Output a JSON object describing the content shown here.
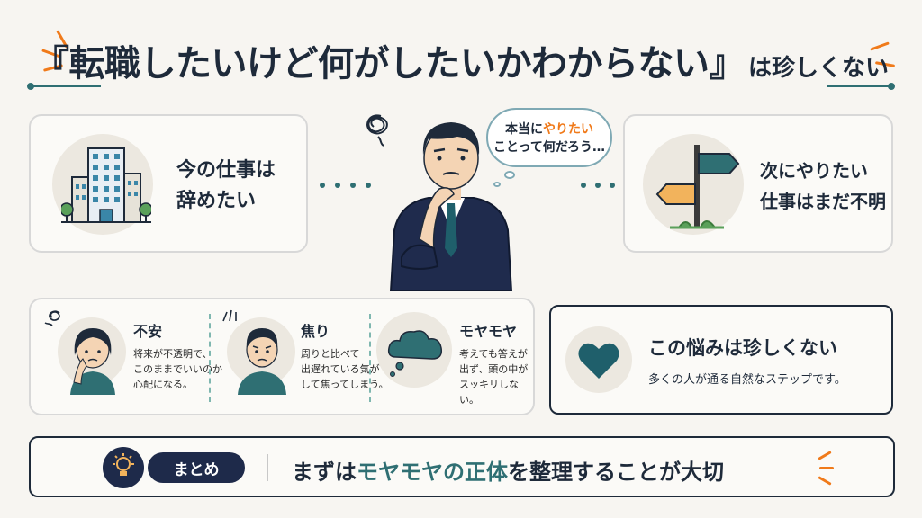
{
  "title": {
    "main": "『転職したいけど何がしたいかわからない』",
    "sub": "は珍しくない"
  },
  "card_left": {
    "line1": "今の仕事は",
    "line2": "辞めたい"
  },
  "thought": {
    "line1_pre": "本当に",
    "line1_highlight": "やりたい",
    "line2": "ことって何だろう…"
  },
  "card_right": {
    "line1": "次にやりたい",
    "line2": "仕事はまだ不明"
  },
  "emotions": [
    {
      "title": "不安",
      "lines": [
        "将来が不透明で、",
        "このままでいいのか",
        "心配になる。"
      ]
    },
    {
      "title": "焦り",
      "lines": [
        "周りと比べて",
        "出遅れている気が",
        "して焦ってしまう。"
      ]
    },
    {
      "title": "モヤモヤ",
      "lines": [
        "考えても答えが",
        "出ず、頭の中が",
        "スッキリしない。"
      ]
    }
  ],
  "reassure": {
    "title": "この悩みは珍しくない",
    "desc": "多くの人が通る自然なステップです。"
  },
  "summary": {
    "label": "まとめ",
    "pre": "まずは",
    "highlight": "モヤモヤの正体",
    "post": "を整理することが大切"
  },
  "colors": {
    "navy": "#1e2a3a",
    "teal": "#2f6f73",
    "orange": "#f07a1a",
    "background": "#f7f5f1"
  },
  "icons": [
    "building-icon",
    "confused-man-icon",
    "signpost-icon",
    "worried-woman-icon",
    "worried-man-icon",
    "cloud-icon",
    "heart-icon",
    "lightbulb-icon"
  ]
}
